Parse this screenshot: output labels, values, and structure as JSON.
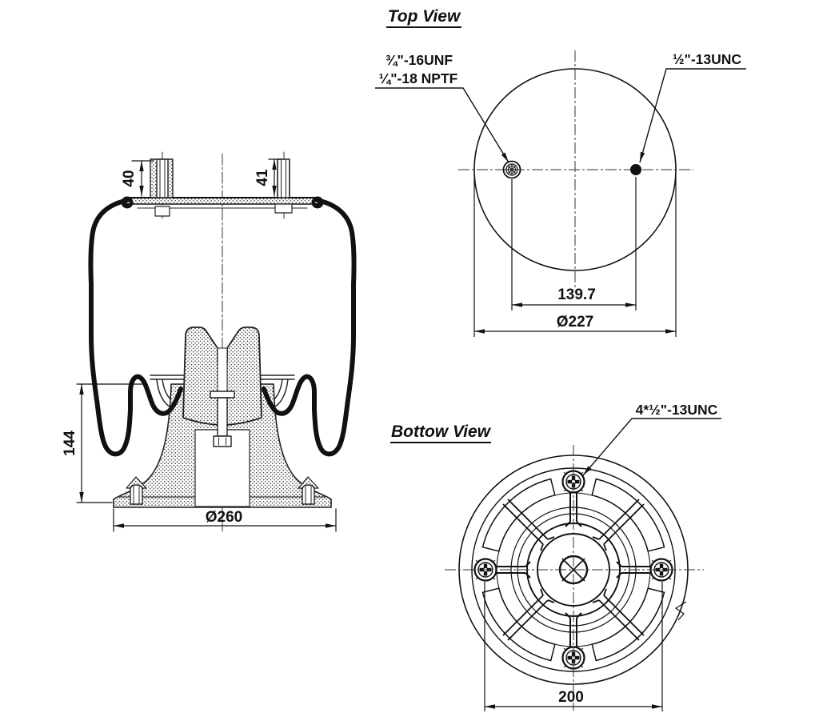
{
  "side_view": {
    "dim_stud_left": "40",
    "dim_stud_right": "41",
    "dim_height": "144",
    "dim_base_diameter": "Ø260"
  },
  "top_view": {
    "title": "Top View",
    "label_air_fitting_line1": "¾\"-16UNF",
    "label_air_fitting_line2": "¼\"-18 NPTF",
    "label_mounting_stud": "½\"-13UNC",
    "dim_hole_spacing": "139.7",
    "dim_plate_diameter": "Ø227"
  },
  "bottom_view": {
    "title": "Bottow View",
    "label_base_bolts": "4*½\"-13UNC",
    "dim_bolt_spacing": "200"
  }
}
